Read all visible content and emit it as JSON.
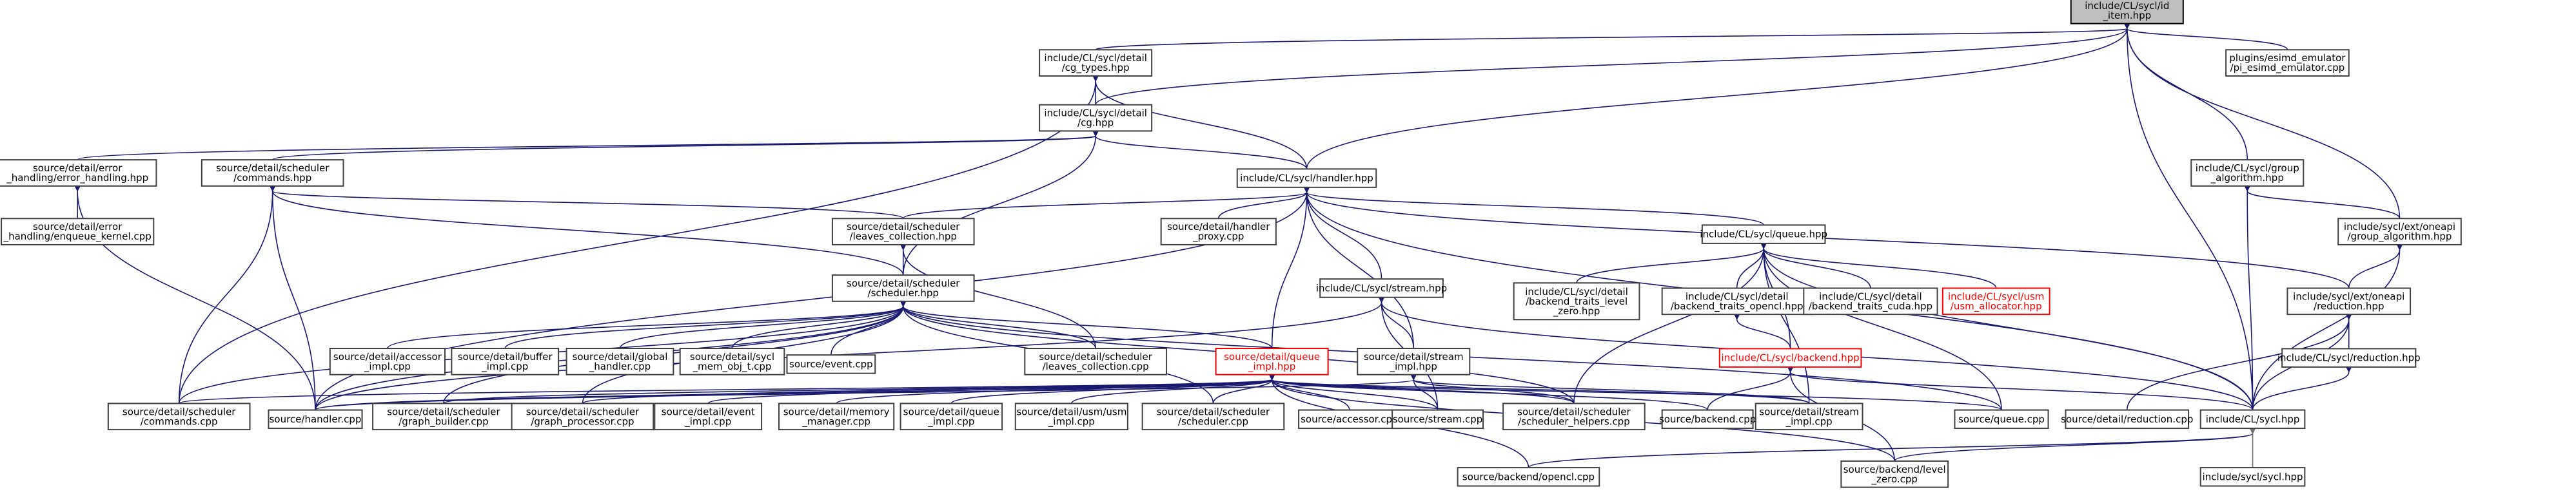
{
  "nodes": {
    "root": [
      "include/CL/sycl/id",
      "_item.hpp"
    ],
    "esimd": [
      "plugins/esimd_emulator",
      "/pi_esimd_emulator.cpp"
    ],
    "cg_types": [
      "include/CL/sycl/detail",
      "/cg_types.hpp"
    ],
    "cg": [
      "include/CL/sycl/detail",
      "/cg.hpp"
    ],
    "err_hpp": [
      "source/detail/error",
      "_handling/error_handling.hpp"
    ],
    "err_cpp": [
      "source/detail/error",
      "_handling/enqueue_kernel.cpp"
    ],
    "commands_hpp": [
      "source/detail/scheduler",
      "/commands.hpp"
    ],
    "handler_hpp": [
      "include/CL/sycl/handler.hpp"
    ],
    "group_alg": [
      "include/CL/sycl/group",
      "_algorithm.hpp"
    ],
    "oneapi_group": [
      "include/sycl/ext/oneapi",
      "/group_algorithm.hpp"
    ],
    "leaves_hpp": [
      "source/detail/scheduler",
      "/leaves_collection.hpp"
    ],
    "handler_proxy": [
      "source/detail/handler",
      "_proxy.cpp"
    ],
    "queue_hpp": [
      "include/CL/sycl/queue.hpp"
    ],
    "scheduler_hpp": [
      "source/detail/scheduler",
      "/scheduler.hpp"
    ],
    "stream_hpp": [
      "include/CL/sycl/stream.hpp"
    ],
    "bt_level_zero": [
      "include/CL/sycl/detail",
      "/backend_traits_level",
      "_zero.hpp"
    ],
    "bt_opencl": [
      "include/CL/sycl/detail",
      "/backend_traits_opencl.hpp"
    ],
    "bt_cuda": [
      "include/CL/sycl/detail",
      "/backend_traits_cuda.hpp"
    ],
    "usm_alloc": [
      "include/CL/sycl/usm",
      "/usm_allocator.hpp"
    ],
    "oneapi_reduction": [
      "include/sycl/ext/oneapi",
      "/reduction.hpp"
    ],
    "backend_hpp": [
      "include/CL/sycl/backend.hpp"
    ],
    "reduction_hpp": [
      "include/CL/sycl/reduction.hpp"
    ],
    "accessor_impl": [
      "source/detail/accessor",
      "_impl.cpp"
    ],
    "buffer_impl": [
      "source/detail/buffer",
      "_impl.cpp"
    ],
    "global_handler": [
      "source/detail/global",
      "_handler.cpp"
    ],
    "mem_obj": [
      "source/detail/sycl",
      "_mem_obj_t.cpp"
    ],
    "event_cpp": [
      "source/event.cpp"
    ],
    "leaves_cpp": [
      "source/detail/scheduler",
      "/leaves_collection.cpp"
    ],
    "queue_impl_hpp": [
      "source/detail/queue",
      "_impl.hpp"
    ],
    "stream_impl_hpp": [
      "source/detail/stream",
      "_impl.hpp"
    ],
    "commands_cpp": [
      "source/detail/scheduler",
      "/commands.cpp"
    ],
    "handler_cpp": [
      "source/handler.cpp"
    ],
    "graph_builder": [
      "source/detail/scheduler",
      "/graph_builder.cpp"
    ],
    "graph_processor": [
      "source/detail/scheduler",
      "/graph_processor.cpp"
    ],
    "event_impl": [
      "source/detail/event",
      "_impl.cpp"
    ],
    "memory_manager": [
      "source/detail/memory",
      "_manager.cpp"
    ],
    "queue_impl_cpp": [
      "source/detail/queue",
      "_impl.cpp"
    ],
    "usm_impl": [
      "source/detail/usm/usm",
      "_impl.cpp"
    ],
    "scheduler_cpp": [
      "source/detail/scheduler",
      "/scheduler.cpp"
    ],
    "accessor_cpp": [
      "source/accessor.cpp"
    ],
    "stream_cpp": [
      "source/stream.cpp"
    ],
    "sched_helpers": [
      "source/detail/scheduler",
      "/scheduler_helpers.cpp"
    ],
    "backend_cpp": [
      "source/backend.cpp"
    ],
    "stream_impl_cpp": [
      "source/detail/stream",
      "_impl.cpp"
    ],
    "queue_cpp": [
      "source/queue.cpp"
    ],
    "reduction_cpp": [
      "source/detail/reduction.cpp"
    ],
    "sycl_hpp": [
      "include/CL/sycl.hpp"
    ],
    "opencl_cpp": [
      "source/backend/opencl.cpp"
    ],
    "level_zero_cpp": [
      "source/backend/level",
      "_zero.cpp"
    ],
    "sycl_sycl_hpp": [
      "include/sycl/sycl.hpp"
    ]
  },
  "highlight_color": "#bfbfbf",
  "edge_color": "#191970",
  "link_error_color": "#ff0000"
}
